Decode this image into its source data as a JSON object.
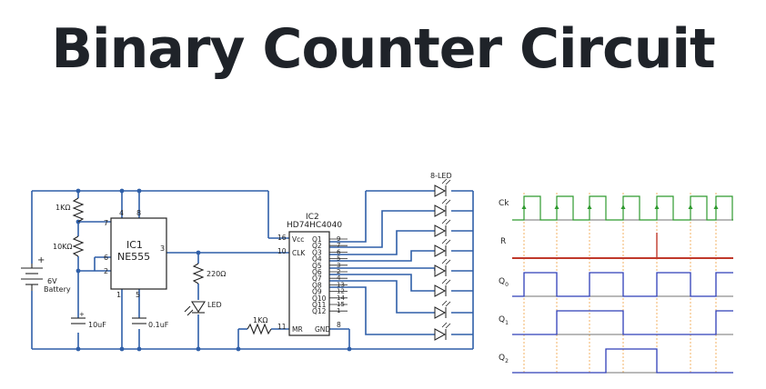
{
  "title": "Binary Counter Circuit",
  "colors": {
    "wire": "#2f5fa8",
    "title": "#1f2329",
    "clk": "#2e9a2e",
    "reset": "#c0392b",
    "q": "#2f3fb8",
    "gridline": "#f0a040"
  },
  "circuit": {
    "battery": {
      "plus": "+",
      "voltage": "6V",
      "name": "Battery"
    },
    "r1": "1KΩ",
    "r2": "10KΩ",
    "c1": "10uF",
    "c2": "0.1uF",
    "r3": "220Ω",
    "led": "LED",
    "r4": "1KΩ",
    "leds_label": "8-LED",
    "ic1": {
      "name": "IC1",
      "part": "NE555",
      "pins": {
        "p7": "7",
        "p6": "6",
        "p2": "2",
        "p4": "4",
        "p8": "8",
        "p3": "3",
        "p1": "1",
        "p5": "5"
      }
    },
    "ic2": {
      "name": "IC2",
      "part": "HD74HC4040",
      "pins": {
        "vcc_num": "16",
        "vcc": "Vcc",
        "clk_num": "10",
        "clk": "CLK",
        "mr_num": "11",
        "mr": "MR",
        "gnd_num": "8",
        "gnd": "GND"
      },
      "outputs": [
        {
          "q": "Q1",
          "pin": "9"
        },
        {
          "q": "Q2",
          "pin": "7"
        },
        {
          "q": "Q3",
          "pin": "6"
        },
        {
          "q": "Q4",
          "pin": "5"
        },
        {
          "q": "Q5",
          "pin": "3"
        },
        {
          "q": "Q6",
          "pin": "2"
        },
        {
          "q": "Q7",
          "pin": "4"
        },
        {
          "q": "Q8",
          "pin": "13"
        },
        {
          "q": "Q9",
          "pin": "12"
        },
        {
          "q": "Q10",
          "pin": "14"
        },
        {
          "q": "Q11",
          "pin": "15"
        },
        {
          "q": "Q12",
          "pin": "1"
        }
      ]
    }
  },
  "timing": {
    "clk_label": "Ck",
    "reset_label": "R",
    "q0_label": "Q",
    "q0_sub": "0",
    "q1_label": "Q",
    "q1_sub": "1",
    "q2_label": "Q",
    "q2_sub": "2"
  }
}
